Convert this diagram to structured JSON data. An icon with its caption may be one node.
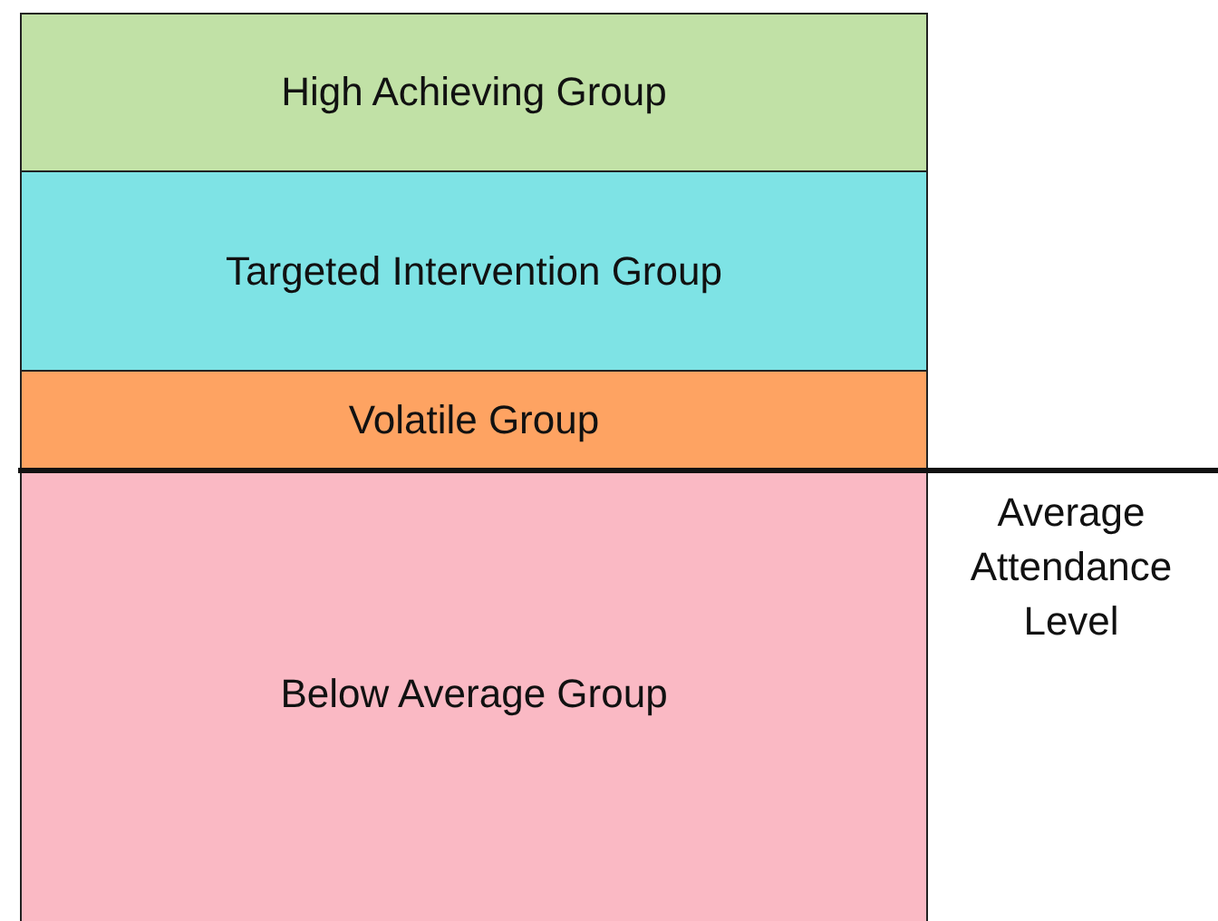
{
  "diagram": {
    "nodes": [
      {
        "text": [
          "High Achieving Group"
        ]
      },
      {
        "text": [
          "Targeted Intervention Group"
        ]
      },
      {
        "text": [
          "Volatile Group"
        ]
      },
      {
        "text": [
          "Below Average Group"
        ]
      }
    ],
    "labels": [
      "Average Attendance Level"
    ]
  }
}
